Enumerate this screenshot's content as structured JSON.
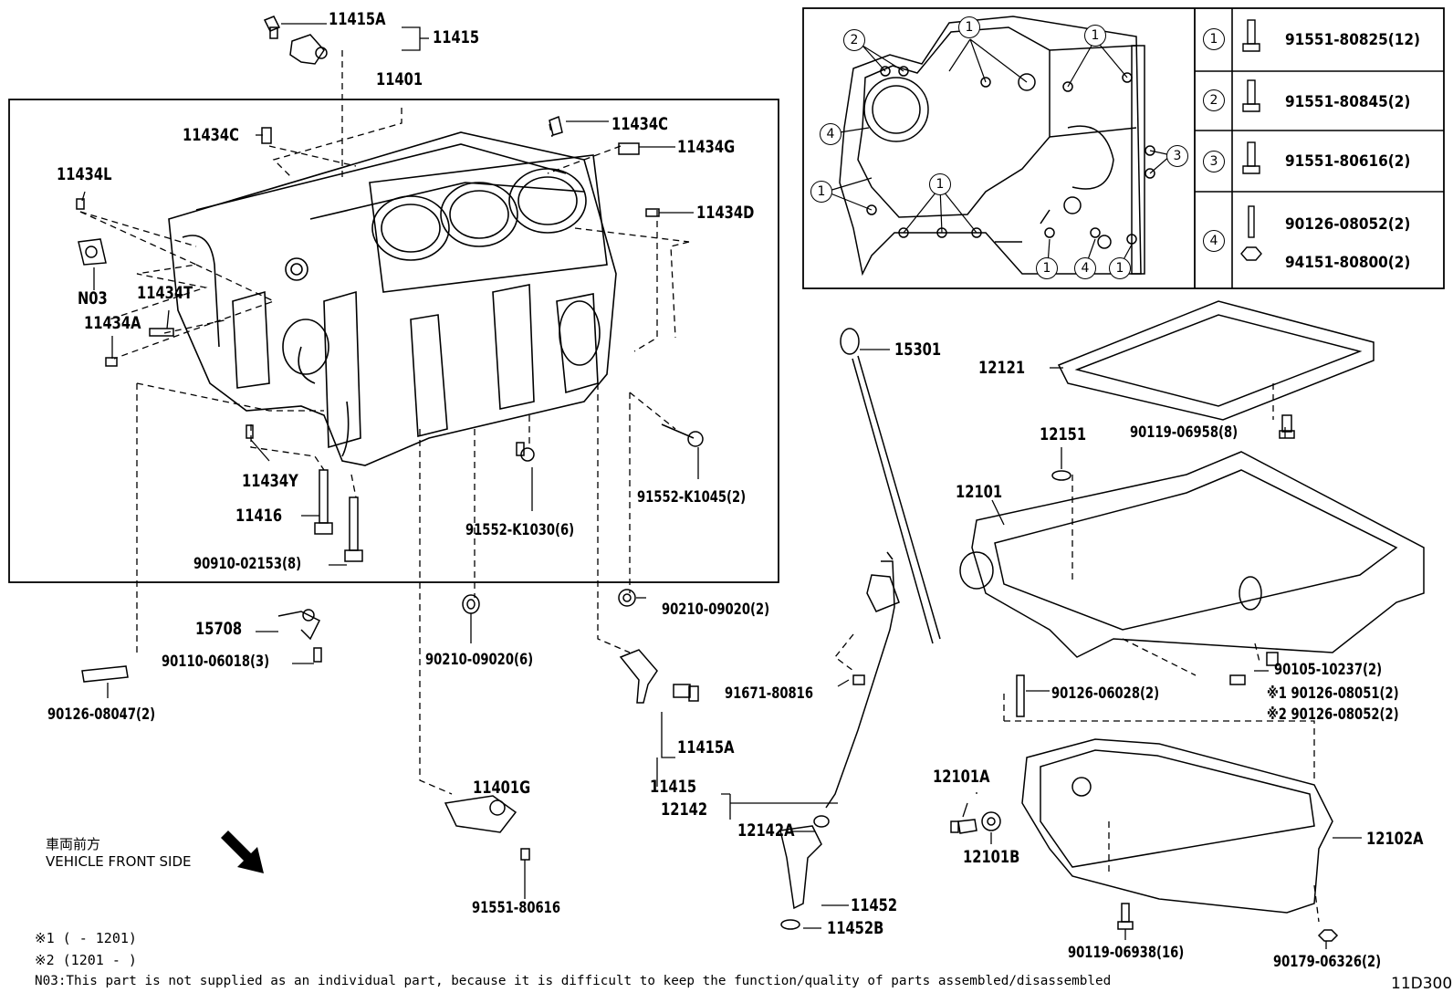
{
  "parts": {
    "p11415A_top": "11415A",
    "p11415_top": "11415",
    "p11401": "11401",
    "p11434C_l": "11434C",
    "p11434C_r": "11434C",
    "p11434G": "11434G",
    "p11434L": "11434L",
    "p11434D": "11434D",
    "pN03": "N03",
    "p11434T": "11434T",
    "p11434A": "11434A",
    "p11434Y": "11434Y",
    "p11416": "11416",
    "p90910": "90910-02153(8)",
    "p91552_1030": "91552-K1030(6)",
    "p91552_1045": "91552-K1045(2)",
    "p15708": "15708",
    "p90110": "90110-06018(3)",
    "p90126_08047": "90126-08047(2)",
    "p90210_a": "90210-09020(6)",
    "p90210_b": "90210-09020(2)",
    "p11415A_bot": "11415A",
    "p11415_bot": "11415",
    "p11401G": "11401G",
    "p91551_80616": "91551-80616",
    "p15301": "15301",
    "p12121": "12121",
    "p90119_06958": "90119-06958(8)",
    "p12151": "12151",
    "p12101": "12101",
    "p91671": "91671-80816",
    "p12142": "12142",
    "p12142A": "12142A",
    "p11452": "11452",
    "p11452B": "11452B",
    "p90105": "90105-10237(2)",
    "p90126_06028": "90126-06028(2)",
    "p90126_08051": "※1 90126-08051(2)",
    "p90126_08052b": "※2 90126-08052(2)",
    "p12101A": "12101A",
    "p12101B": "12101B",
    "p12102A": "12102A",
    "p90119_06938": "90119-06938(16)",
    "p90179": "90179-06326(2)"
  },
  "legend": {
    "items": [
      {
        "num": "1",
        "parts": [
          "91551-80825(12)"
        ]
      },
      {
        "num": "2",
        "parts": [
          "91551-80845(2)"
        ]
      },
      {
        "num": "3",
        "parts": [
          "91551-80616(2)"
        ]
      },
      {
        "num": "4",
        "parts": [
          "90126-08052(2)",
          "94151-80800(2)"
        ]
      }
    ]
  },
  "front": {
    "jp": "車両前方",
    "en": "VEHICLE FRONT SIDE"
  },
  "notes": {
    "n1": "※1 (      - 1201)",
    "n2": "※2 (1201 -      )",
    "n03": "N03:This part is not supplied as an individual part, because it is difficult to keep the function/quality of parts assembled/disassembled"
  },
  "diagram_code": "11D300"
}
